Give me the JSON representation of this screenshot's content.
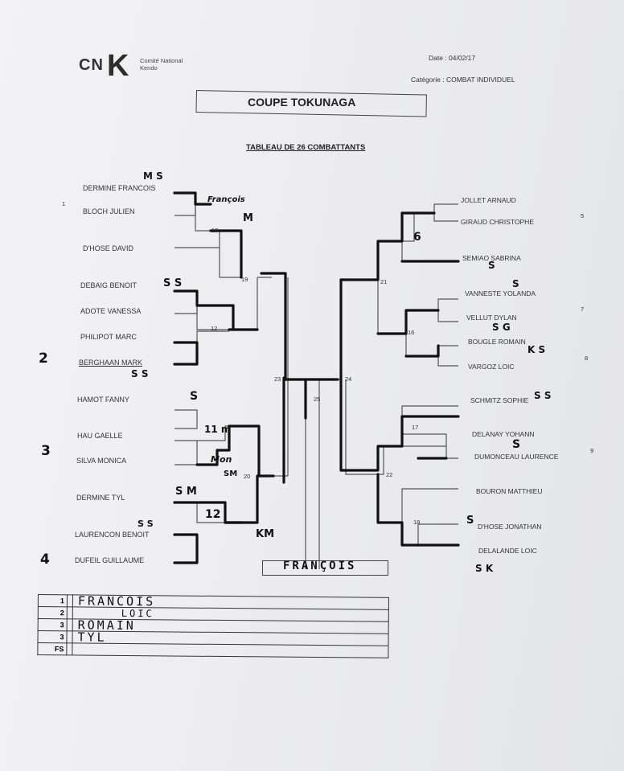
{
  "header": {
    "logo_text": "CN",
    "logo_k": "K",
    "org_name": "Comité National Kendo",
    "date": "Date : 04/02/17",
    "category": "Catégorie : COMBAT INDIVIDUEL",
    "title": "COUPE TOKUNAGA",
    "subtitle": "TABLEAU DE 26 COMBATTANTS"
  },
  "left_competitors": [
    "DERMINE FRANCOIS",
    "BLOCH JULIEN",
    "D'HOSE DAVID",
    "DEBAIG BENOIT",
    "ADOTE VANESSA",
    "PHILIPOT MARC",
    "BERGHAAN MARK",
    "HAMOT FANNY",
    "HAU GAELLE",
    "SILVA MONICA",
    "DERMINE TYL",
    "LAURENCON BENOIT",
    "DUFEIL GUILLAUME"
  ],
  "right_competitors": [
    "JOLLET ARNAUD",
    "GIRAUD CHRISTOPHE",
    "SEMIAO SABRINA",
    "VANNESTE YOLANDA",
    "VELLUT DYLAN",
    "BOUGLE ROMAIN",
    "VARGOZ LOIC",
    "SCHMITZ SOPHIE",
    "DELANAY YOHANN",
    "DUMONCEAU LAURENCE",
    "BOURON MATTHIEU",
    "D'HOSE JONATHAN",
    "DELALANDE LOIC"
  ],
  "seeds": {
    "s1": "1",
    "s2": "2",
    "s3": "3",
    "s4": "4",
    "s5": "5",
    "s7": "7",
    "s8": "8",
    "s9": "9"
  },
  "match_numbers": {
    "m10": "10",
    "m12": "12",
    "m19": "19",
    "m20": "20",
    "m23": "23",
    "m25": "25",
    "m24": "24",
    "m21": "21",
    "m16": "16",
    "m17": "17",
    "m22": "22",
    "m18": "18"
  },
  "handwriting": {
    "ms": "M S",
    "francois": "François",
    "m1": "M",
    "ss1": "S S",
    "hw12": "12",
    "ss2": "S S",
    "s1": "S",
    "hw11": "11 m",
    "mon": "Mon",
    "sm1": "SM",
    "sm2": "S M",
    "ss3": "S S",
    "hw12b": "12",
    "km": "KM",
    "hw6": "6",
    "s2": "S",
    "s3": "S",
    "sg": "S G",
    "ks": "K S",
    "ss4": "S S",
    "s4": "S",
    "s5": "S",
    "sk": "S K",
    "seed2": "2",
    "seed3": "3",
    "seed4": "4"
  },
  "winner": "FRANÇOIS",
  "podium": [
    {
      "rank": "1",
      "name": "FRANCOIS"
    },
    {
      "rank": "2",
      "name": "LOIC"
    },
    {
      "rank": "3",
      "name": "ROMAIN"
    },
    {
      "rank": "3",
      "name": "TYL"
    },
    {
      "rank": "FS",
      "name": ""
    }
  ]
}
